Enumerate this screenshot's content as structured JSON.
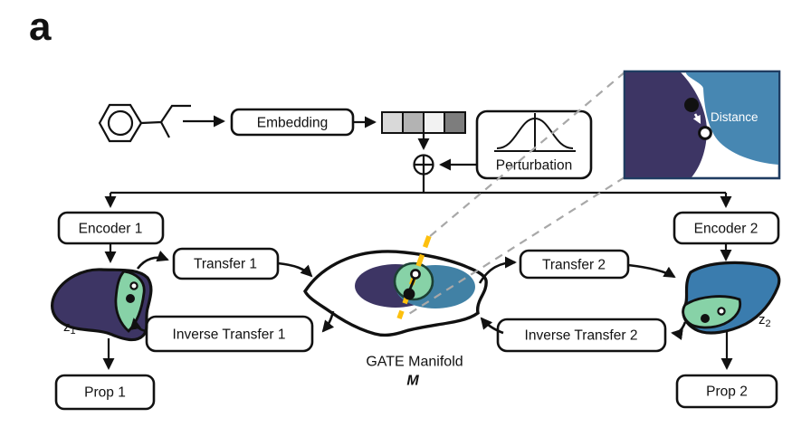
{
  "panel": {
    "label": "a"
  },
  "flow": {
    "embedding_label": "Embedding",
    "perturbation_label": "Perturbation"
  },
  "branch1": {
    "encoder_label": "Encoder 1",
    "transfer_label": "Transfer 1",
    "inverse_transfer_label": "Inverse Transfer 1",
    "prop_label": "Prop 1",
    "latent_base": "z",
    "latent_sub": "1"
  },
  "branch2": {
    "encoder_label": "Encoder 2",
    "transfer_label": "Transfer 2",
    "inverse_transfer_label": "Inverse Transfer 2",
    "prop_label": "Prop 2",
    "latent_base": "z",
    "latent_sub": "2"
  },
  "manifold": {
    "label": "GATE Manifold",
    "symbol": "M"
  },
  "inset": {
    "distance_label": "Distance"
  },
  "icons": {
    "molecule": "molecule-structure-icon",
    "gaussian": "gaussian-curve-icon",
    "plus": "circle-plus-icon",
    "distance_arrow": "distance-arrow-icon"
  },
  "colors": {
    "purple": "#3d3564",
    "teal": "#4181a5",
    "blue": "#3a7cae",
    "inset_blue": "#4787b2",
    "mint": "#87d2a7",
    "mint_outline": "#1c4034",
    "gold": "#fdc00e",
    "gray_dash": "#a8a8a8",
    "inset_border": "#1f3c61",
    "vector_cells": [
      "#d9d9d9",
      "#b3b3b3",
      "#f2f2f2",
      "#7d7d7d"
    ]
  }
}
